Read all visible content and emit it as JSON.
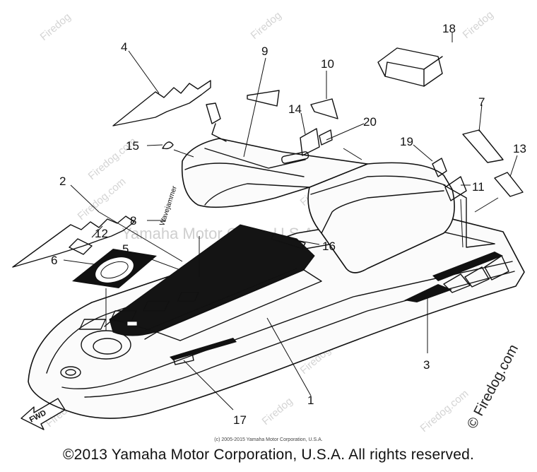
{
  "watermarks": {
    "site": "Firedog",
    "site_com": "Firedog.com",
    "company": "Yamaha Motor Corp., U.S.A.",
    "right_vertical": "© Firedog.com"
  },
  "callouts": [
    "1",
    "2",
    "3",
    "4",
    "5",
    "6",
    "7",
    "8",
    "9",
    "10",
    "11",
    "12",
    "13",
    "14",
    "15",
    "16",
    "17",
    "18",
    "19",
    "20"
  ],
  "fwd_label": "FWD",
  "decal_text": "Wavejammer",
  "fine_print": "(c) 2005-2015 Yamaha Motor Corporation, U.S.A.",
  "copyright": "©2013 Yamaha Motor Corporation, U.S.A. All rights reserved."
}
